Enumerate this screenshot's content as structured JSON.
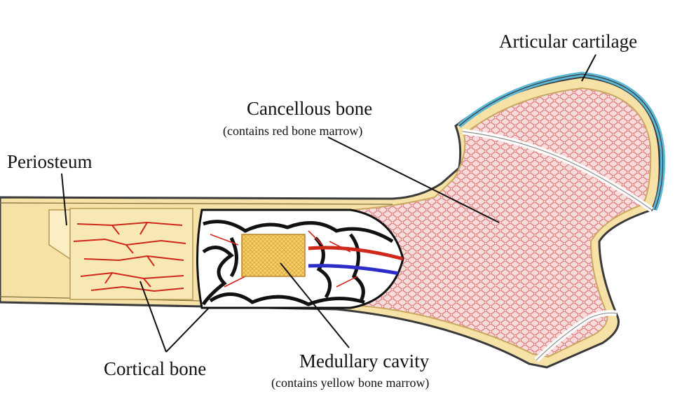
{
  "labels": {
    "articular_cartilage": "Articular cartilage",
    "cancellous_bone": "Cancellous bone",
    "cancellous_note": "(contains red bone marrow)",
    "periosteum": "Periosteum",
    "cortical_bone": "Cortical bone",
    "medullary_cavity": "Medullary cavity",
    "medullary_note": "(contains yellow bone marrow)"
  },
  "colors": {
    "cortical": "#f6e2a6",
    "cancellous": "#f7d3d3",
    "cancellous_cells": "#e88888",
    "cartilage": "#5bb7d6",
    "artery": "#d0271b",
    "vein": "#2c2cc8",
    "yellow_marrow": "#f2d36b",
    "outline": "#3a3a3a"
  }
}
